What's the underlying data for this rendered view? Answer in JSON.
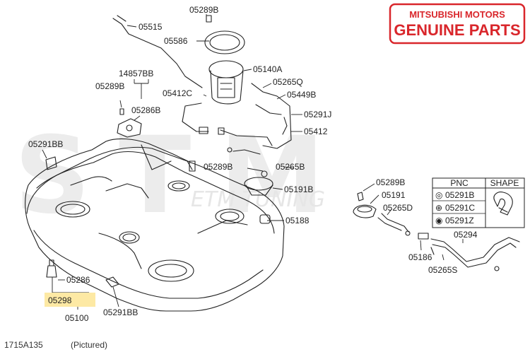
{
  "logo": {
    "line1": "MITSUBISHI MOTORS",
    "line2": "GENUINE PARTS",
    "color": "#d9262b"
  },
  "watermark": {
    "text": "STM",
    "sub": "ETM TUNING",
    "color": "#e9e9e9"
  },
  "labels": {
    "l05289B_top": "05289B",
    "l05515": "05515",
    "l05586": "05586",
    "l05140A": "05140A",
    "l14857BB": "14857BB",
    "l05289B_left": "05289B",
    "l05412C": "05412C",
    "l05265Q": "05265Q",
    "l05449B": "05449B",
    "l05286B": "05286B",
    "l05291J": "05291J",
    "l05412": "05412",
    "l05291BB_top": "05291BB",
    "l05289B_mid": "05289B",
    "l05265B": "05265B",
    "l05191B": "05191B",
    "l05289B_right": "05289B",
    "l05191": "05191",
    "l05265D": "05265D",
    "l05188": "05188",
    "l05294": "05294",
    "l05186": "05186",
    "l05265S": "05265S",
    "l05286": "05286",
    "l05298": "05298",
    "l05100": "05100",
    "l05291BB_bot": "05291BB"
  },
  "legend": {
    "header_pnc": "PNC",
    "header_shape": "SHAPE",
    "rows": [
      {
        "symbol": "◎",
        "pnc": "05291B"
      },
      {
        "symbol": "⊕",
        "pnc": "05291C"
      },
      {
        "symbol": "◉",
        "pnc": "05291Z"
      }
    ]
  },
  "footer": {
    "code": "1715A135",
    "note": "(Pictured)"
  },
  "highlight_color": "#fde9a4"
}
